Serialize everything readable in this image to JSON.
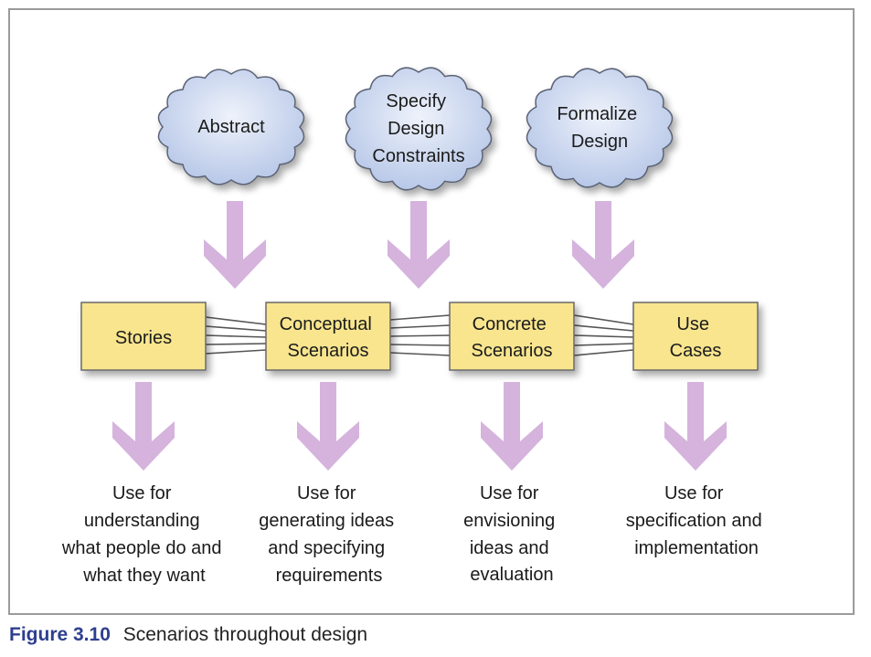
{
  "clouds": [
    {
      "id": "abstract",
      "lines": [
        "Abstract"
      ]
    },
    {
      "id": "specify-design-constraints",
      "lines": [
        "Specify",
        "Design",
        "Constraints"
      ]
    },
    {
      "id": "formalize-design",
      "lines": [
        "Formalize",
        "Design"
      ]
    }
  ],
  "boxes": [
    {
      "id": "stories",
      "lines": [
        "Stories"
      ]
    },
    {
      "id": "conceptual-scenarios",
      "lines": [
        "Conceptual",
        "Scenarios"
      ]
    },
    {
      "id": "concrete-scenarios",
      "lines": [
        "Concrete",
        "Scenarios"
      ]
    },
    {
      "id": "use-cases",
      "lines": [
        "Use",
        "Cases"
      ]
    }
  ],
  "uses": [
    {
      "id": "stories",
      "lines": [
        "Use for",
        "understanding",
        "what people do and",
        "what they want"
      ]
    },
    {
      "id": "conceptual-scenarios",
      "lines": [
        "Use for",
        "generating ideas",
        "and specifying",
        "requirements"
      ]
    },
    {
      "id": "concrete-scenarios",
      "lines": [
        "Use for",
        "envisioning",
        "ideas and",
        "evaluation"
      ]
    },
    {
      "id": "use-cases",
      "lines": [
        "Use for",
        "specification and",
        "implementation"
      ]
    }
  ],
  "caption": {
    "label": "Figure 3.10",
    "text": "Scenarios throughout design"
  },
  "colors": {
    "cloud_fill": "#c9d5ee",
    "cloud_stroke": "#5b6476",
    "box_fill": "#f8e58e",
    "box_stroke": "#6b6b6b",
    "arrow": "#d5b3dd",
    "connector": "#555555",
    "caption_label": "#2d3f8f"
  }
}
